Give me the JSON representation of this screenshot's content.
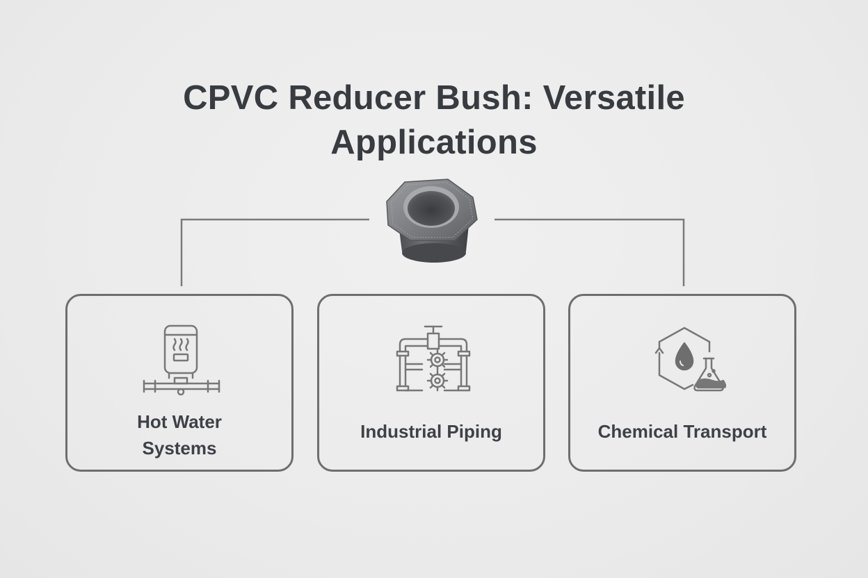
{
  "title": {
    "line1": "CPVC Reducer Bush: Versatile",
    "line2": "Applications"
  },
  "center_node": {
    "icon": "reducer-bush-icon"
  },
  "applications": [
    {
      "label_line1": "Hot Water",
      "label_line2": "Systems",
      "icon": "water-heater-icon"
    },
    {
      "label_line1": "Industrial Piping",
      "label_line2": "",
      "icon": "pipes-gears-icon"
    },
    {
      "label_line1": "Chemical Transport",
      "label_line2": "",
      "icon": "chemical-flask-icon"
    }
  ],
  "colors": {
    "background": "#ebebeb",
    "text": "#3a3d42",
    "line": "#7a7a7a",
    "icon": "#777777"
  }
}
